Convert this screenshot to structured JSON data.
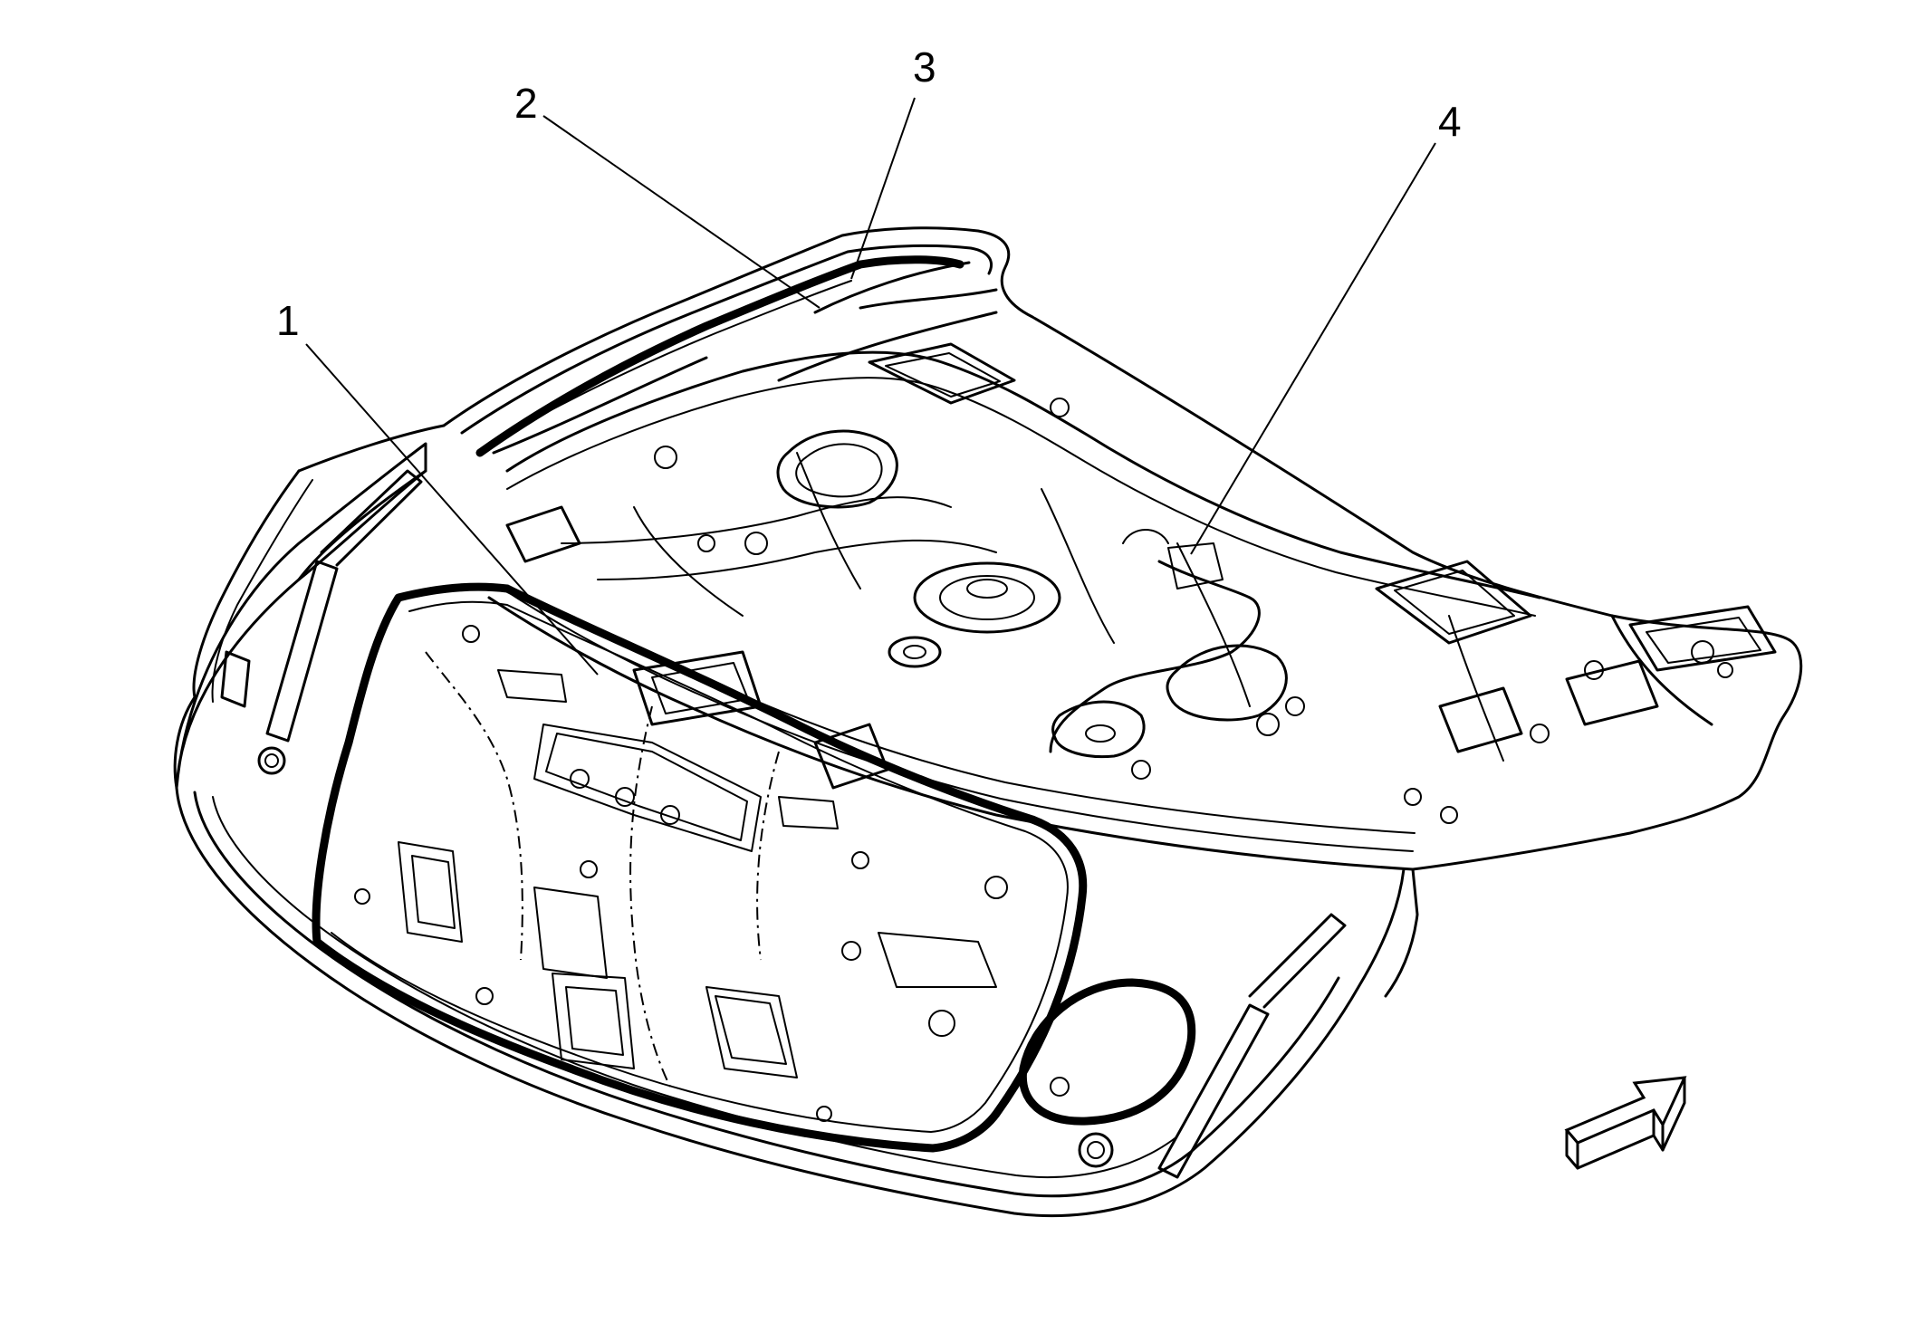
{
  "diagram": {
    "callouts": [
      {
        "id": "1",
        "label": "1"
      },
      {
        "id": "2",
        "label": "2"
      },
      {
        "id": "3",
        "label": "3"
      },
      {
        "id": "4",
        "label": "4"
      }
    ],
    "direction_arrow": {
      "icon": "front-direction-arrow-icon"
    }
  }
}
